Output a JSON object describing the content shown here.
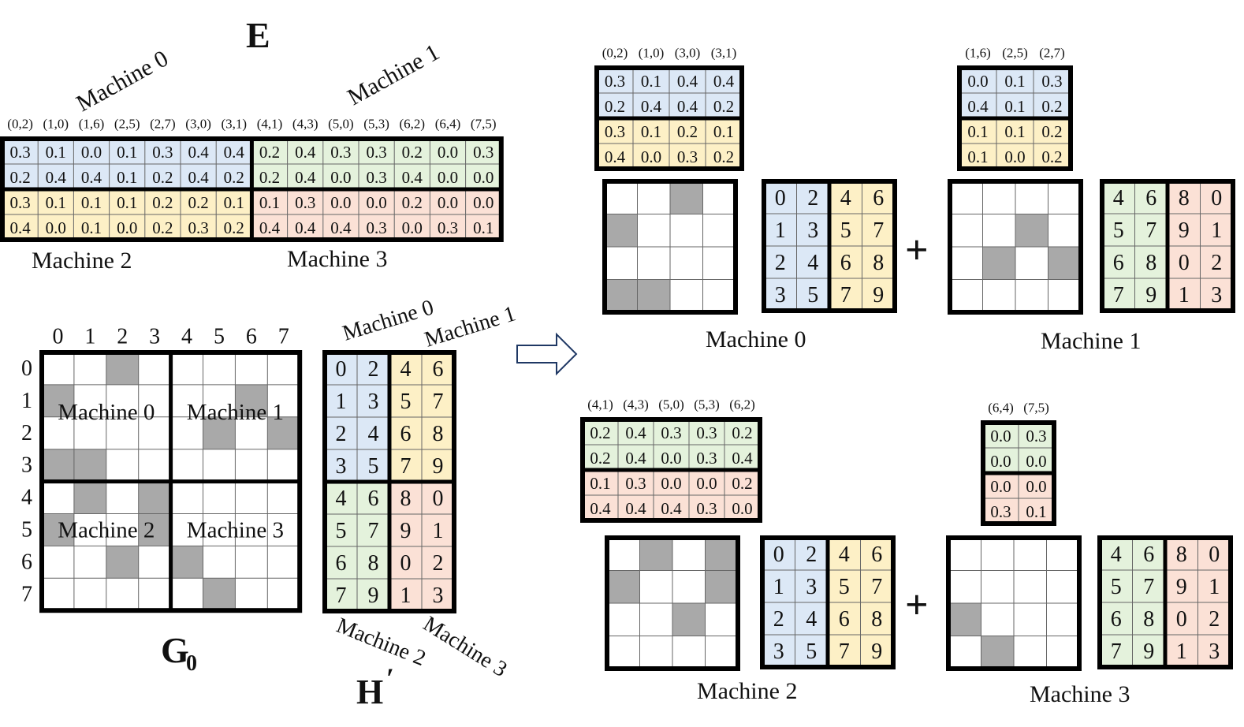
{
  "colors": {
    "blue": "#dce8f6",
    "yellow": "#fdf0c6",
    "green": "#e4f2dc",
    "red": "#fbe1d6",
    "gray": "#a9a9a9",
    "grid": "#666666",
    "border": "#000000"
  },
  "labels": {
    "E": "E",
    "G0": "G",
    "G0_sub": "0",
    "H": "H",
    "H_prime": "′",
    "machine0": "Machine 0",
    "machine1": "Machine 1",
    "machine2": "Machine 2",
    "machine3": "Machine 3",
    "plus": "+"
  },
  "E_matrix": {
    "headers": [
      "(0,2)",
      "(1,0)",
      "(1,6)",
      "(2,5)",
      "(2,7)",
      "(3,0)",
      "(3,1)",
      "(4,1)",
      "(4,3)",
      "(5,0)",
      "(5,3)",
      "(6,2)",
      "(6,4)",
      "(7,5)"
    ],
    "rows": [
      [
        "0.3",
        "0.1",
        "0.0",
        "0.1",
        "0.3",
        "0.4",
        "0.4",
        "0.2",
        "0.4",
        "0.3",
        "0.3",
        "0.2",
        "0.0",
        "0.3"
      ],
      [
        "0.2",
        "0.4",
        "0.4",
        "0.1",
        "0.2",
        "0.4",
        "0.2",
        "0.2",
        "0.4",
        "0.0",
        "0.3",
        "0.4",
        "0.0",
        "0.0"
      ],
      [
        "0.3",
        "0.1",
        "0.1",
        "0.1",
        "0.2",
        "0.2",
        "0.1",
        "0.1",
        "0.3",
        "0.0",
        "0.0",
        "0.2",
        "0.0",
        "0.0"
      ],
      [
        "0.4",
        "0.0",
        "0.1",
        "0.0",
        "0.2",
        "0.3",
        "0.2",
        "0.4",
        "0.4",
        "0.4",
        "0.3",
        "0.0",
        "0.3",
        "0.1"
      ]
    ]
  },
  "G0": {
    "col_labels": [
      "0",
      "1",
      "2",
      "3",
      "4",
      "5",
      "6",
      "7"
    ],
    "row_labels": [
      "0",
      "1",
      "2",
      "3",
      "4",
      "5",
      "6",
      "7"
    ],
    "shaded": [
      [
        0,
        2
      ],
      [
        1,
        0
      ],
      [
        1,
        6
      ],
      [
        2,
        5
      ],
      [
        2,
        7
      ],
      [
        3,
        0
      ],
      [
        3,
        1
      ],
      [
        4,
        1
      ],
      [
        4,
        3
      ],
      [
        5,
        0
      ],
      [
        5,
        3
      ],
      [
        6,
        2
      ],
      [
        6,
        4
      ],
      [
        7,
        5
      ]
    ]
  },
  "H_prime": {
    "top_left": [
      [
        "0",
        "2"
      ],
      [
        "1",
        "3"
      ],
      [
        "2",
        "4"
      ],
      [
        "3",
        "5"
      ]
    ],
    "top_right": [
      [
        "4",
        "6"
      ],
      [
        "5",
        "7"
      ],
      [
        "6",
        "8"
      ],
      [
        "7",
        "9"
      ]
    ],
    "bottom_left": [
      [
        "4",
        "6"
      ],
      [
        "5",
        "7"
      ],
      [
        "6",
        "8"
      ],
      [
        "7",
        "9"
      ]
    ],
    "bottom_right": [
      [
        "8",
        "0"
      ],
      [
        "9",
        "1"
      ],
      [
        "0",
        "2"
      ],
      [
        "1",
        "3"
      ]
    ]
  },
  "machines": {
    "m0": {
      "headers": [
        "(0,2)",
        "(1,0)",
        "(3,0)",
        "(3,1)"
      ],
      "rows": [
        [
          "0.3",
          "0.1",
          "0.4",
          "0.4"
        ],
        [
          "0.2",
          "0.4",
          "0.4",
          "0.2"
        ],
        [
          "0.3",
          "0.1",
          "0.2",
          "0.1"
        ],
        [
          "0.4",
          "0.0",
          "0.3",
          "0.2"
        ]
      ],
      "grid_shaded": [
        [
          0,
          2
        ],
        [
          1,
          0
        ],
        [
          3,
          0
        ],
        [
          3,
          1
        ]
      ]
    },
    "m1": {
      "headers": [
        "(1,6)",
        "(2,5)",
        "(2,7)"
      ],
      "rows": [
        [
          "0.0",
          "0.1",
          "0.3"
        ],
        [
          "0.4",
          "0.1",
          "0.2"
        ],
        [
          "0.1",
          "0.1",
          "0.2"
        ],
        [
          "0.1",
          "0.0",
          "0.2"
        ]
      ],
      "grid_shaded": [
        [
          1,
          2
        ],
        [
          2,
          1
        ],
        [
          2,
          3
        ]
      ]
    },
    "m2": {
      "headers": [
        "(4,1)",
        "(4,3)",
        "(5,0)",
        "(5,3)",
        "(6,2)"
      ],
      "rows": [
        [
          "0.2",
          "0.4",
          "0.3",
          "0.3",
          "0.2"
        ],
        [
          "0.2",
          "0.4",
          "0.0",
          "0.3",
          "0.4"
        ],
        [
          "0.1",
          "0.3",
          "0.0",
          "0.0",
          "0.2"
        ],
        [
          "0.4",
          "0.4",
          "0.4",
          "0.3",
          "0.0"
        ]
      ],
      "grid_shaded": [
        [
          0,
          1
        ],
        [
          0,
          3
        ],
        [
          1,
          0
        ],
        [
          1,
          3
        ],
        [
          2,
          2
        ]
      ]
    },
    "m3": {
      "headers": [
        "(6,4)",
        "(7,5)"
      ],
      "rows": [
        [
          "0.0",
          "0.3"
        ],
        [
          "0.0",
          "0.0"
        ],
        [
          "0.0",
          "0.0"
        ],
        [
          "0.3",
          "0.1"
        ]
      ],
      "grid_shaded": [
        [
          2,
          0
        ],
        [
          3,
          1
        ]
      ]
    }
  }
}
